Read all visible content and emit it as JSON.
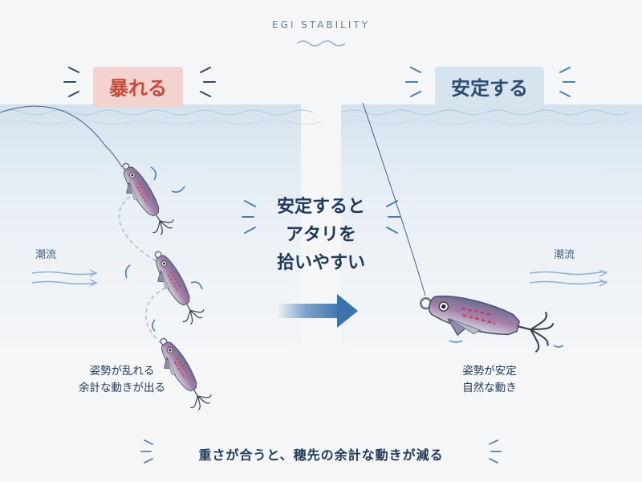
{
  "header": {
    "title": "EGI STABILITY"
  },
  "left_panel": {
    "label": "暴れる",
    "current_label": "潮流",
    "caption_lines": [
      "姿勢が乱れる",
      "余計な動きが出る"
    ]
  },
  "right_panel": {
    "label": "安定する",
    "current_label": "潮流",
    "caption_lines": [
      "姿勢が安定",
      "自然な動き"
    ]
  },
  "center": {
    "lines": [
      "安定すると",
      "アタリを",
      "拾いやすい"
    ]
  },
  "footer": {
    "text": "重さが合うと、穂先の余計な動きが減る"
  },
  "colors": {
    "unstable_text": "#c74a3c",
    "unstable_bg": "#f3d3d0",
    "stable_text": "#2d4d6e",
    "stable_bg": "#d6e4f0",
    "arrow": "#4a7fb5",
    "water": "#dfe9f1"
  }
}
